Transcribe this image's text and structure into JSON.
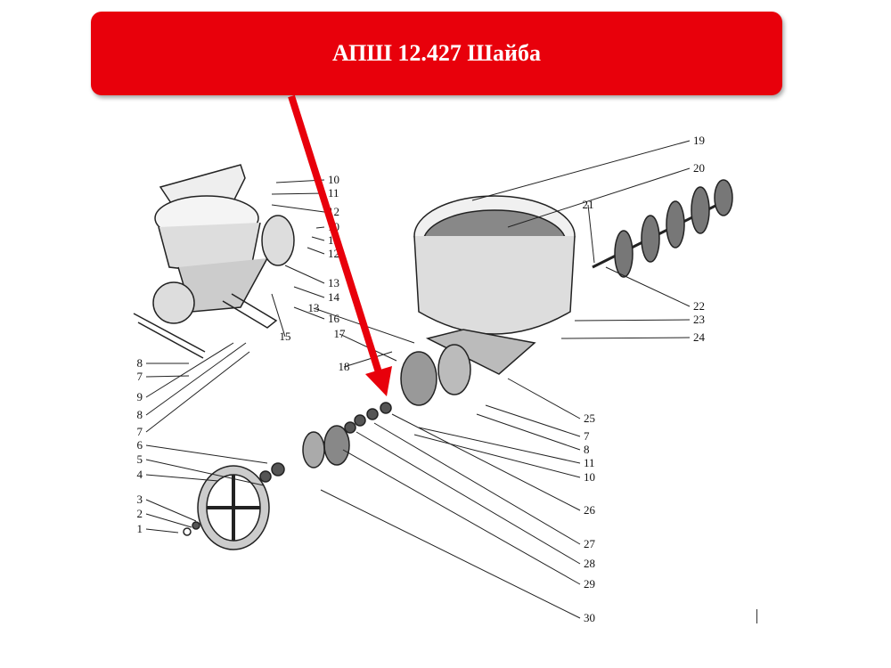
{
  "banner": {
    "title": "АПШ 12.427 Шайба",
    "color": "#e8000b"
  },
  "callouts": [
    "10",
    "11",
    "12",
    "10",
    "11",
    "12",
    "13",
    "14",
    "16",
    "15",
    "13",
    "17",
    "18",
    "8",
    "7",
    "9",
    "8",
    "7",
    "6",
    "5",
    "4",
    "3",
    "2",
    "1",
    "19",
    "20",
    "21",
    "22",
    "23",
    "24",
    "25",
    "7",
    "8",
    "11",
    "10",
    "26",
    "27",
    "28",
    "29",
    "30"
  ]
}
